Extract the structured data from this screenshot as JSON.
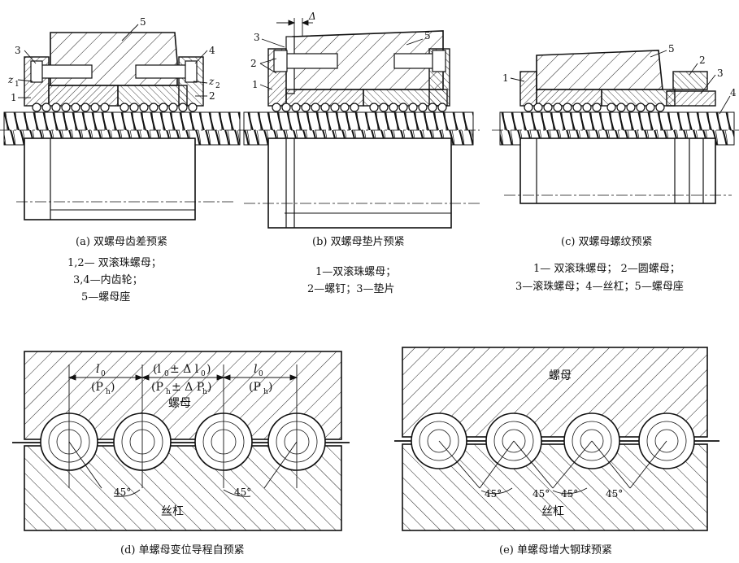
{
  "panel_a": {
    "caption": "(a)  双螺母齿差预紧",
    "legend": [
      "1,2— 双滚珠螺母；",
      "3,4—内齿轮；",
      "5—螺母座"
    ],
    "callouts": {
      "n1": "1",
      "n2": "2",
      "n3": "3",
      "n4": "4",
      "n5": "5",
      "z1": "z",
      "z1_sub": "1",
      "z2": "z",
      "z2_sub": "2"
    }
  },
  "panel_b": {
    "caption": "(b)  双螺母垫片预紧",
    "legend": [
      "1—双滚珠螺母；",
      "2—螺钉；3—垫片"
    ],
    "callouts": {
      "n1": "1",
      "n2": "2",
      "n3": "3",
      "n5": "5",
      "delta": "Δ"
    }
  },
  "panel_c": {
    "caption": "(c)  双螺母螺纹预紧",
    "legend": [
      "1— 双滚珠螺母；  2—圆螺母；",
      "3—滚珠螺母；4—丝杠；5—螺母座"
    ],
    "callouts": {
      "n1": "1",
      "n2": "2",
      "n3": "3",
      "n4": "4",
      "n5": "5"
    }
  },
  "panel_d": {
    "caption": "(d)  单螺母变位导程自预紧",
    "nut_label": "螺母",
    "screw_label": "丝杠",
    "dims": {
      "left_top": "l",
      "left_top_sub": "0",
      "left_bottom": "(P",
      "left_bottom_sub": "h",
      "left_bottom_end": ")",
      "mid_top": "(l",
      "mid_top_sub": "0",
      "mid_top_mid": "± Δ l",
      "mid_top_sub2": "0",
      "mid_top_end": ")",
      "mid_bottom": "(P",
      "mid_bottom_sub": "h",
      "mid_bottom_mid": "± Δ P",
      "mid_bottom_sub2": "h",
      "mid_bottom_end": ")",
      "right_top": "l",
      "right_top_sub": "0",
      "right_bottom": "(P",
      "right_bottom_sub": "h",
      "right_bottom_end": ")"
    },
    "angles": [
      "45°",
      "45°"
    ]
  },
  "panel_e": {
    "caption": "(e)  单螺母增大钢球预紧",
    "nut_label": "螺母",
    "screw_label": "丝杠",
    "angles": [
      "45°",
      "45°",
      "45°",
      "45°"
    ]
  }
}
